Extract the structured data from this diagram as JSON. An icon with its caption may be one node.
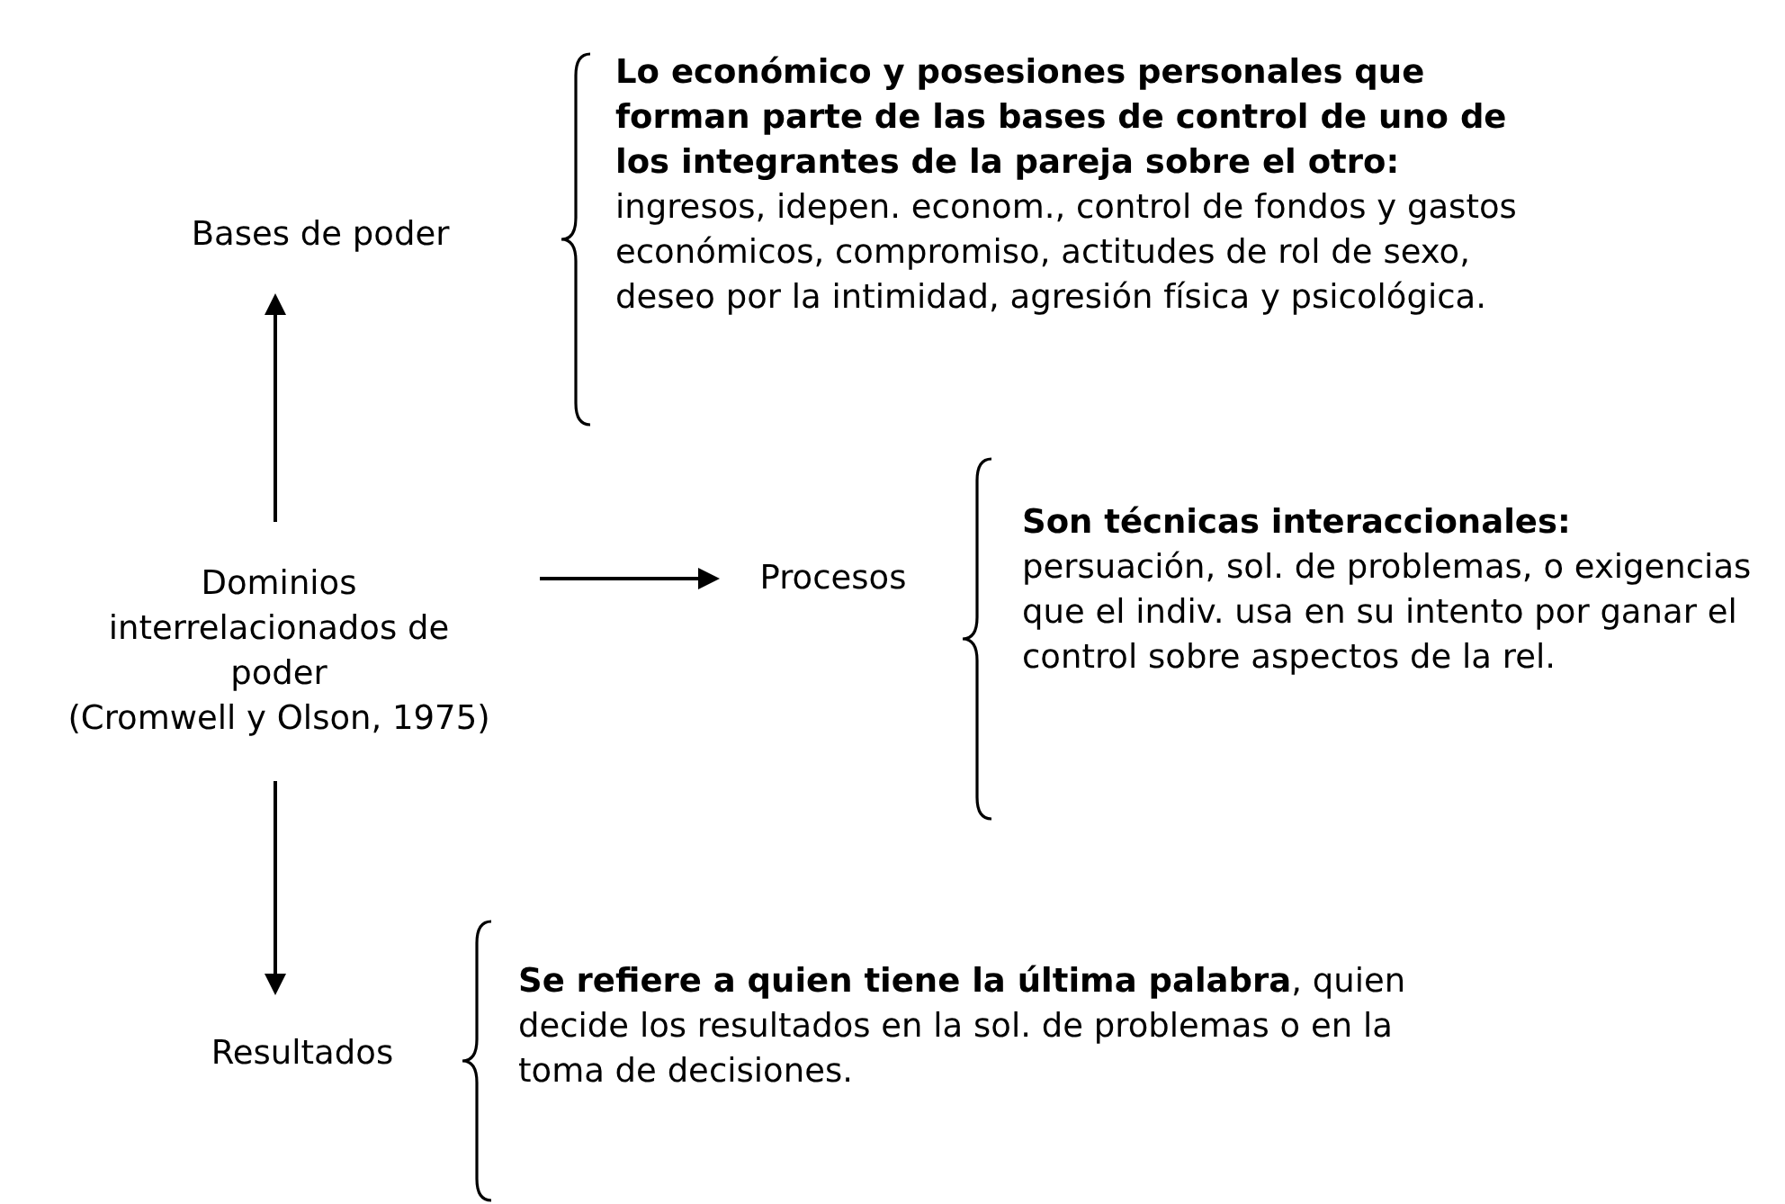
{
  "diagram": {
    "nodes": [
      {
        "text": [
          "Dominios interrelacionados de poder",
          "(Cromwell y Olson, 1975)"
        ]
      },
      {
        "text": [
          "Bases de poder"
        ],
        "beside": [
          "Lo económico y posesiones personales que forman parte de las bases de control de uno de los integrantes de la pareja sobre el otro:",
          "ingresos, idepen. econom., control de fondos y gastos económicos, compromiso, actitudes de rol de sexo, deseo por la intimidad, agresión física y psicológica."
        ]
      },
      {
        "text": [
          "Procesos"
        ],
        "beside": [
          "Son técnicas interaccionales:",
          "persuación, sol. de problemas, o exigencias que el indiv. usa en su intento por ganar el control sobre aspectos de la rel."
        ]
      },
      {
        "text": [
          "Resultados"
        ],
        "beside": [
          "**Se refiere a quien tiene la última palabra**, quien decide los resultados en la sol. de problemas o en la toma de decisiones."
        ]
      }
    ],
    "edges": [
      {
        "from": 0,
        "to": 1,
        "arrow": "to"
      },
      {
        "from": 0,
        "to": 2,
        "arrow": "to"
      },
      {
        "from": 0,
        "to": 3,
        "arrow": "to"
      }
    ]
  }
}
